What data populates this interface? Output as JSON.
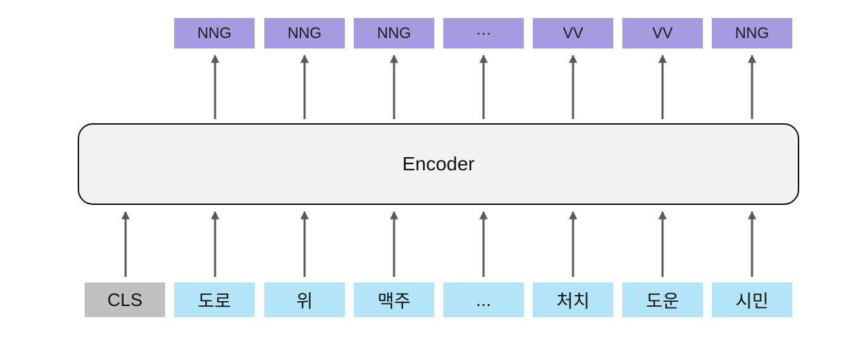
{
  "encoder": {
    "label": "Encoder"
  },
  "outputs": [
    {
      "label": "NNG"
    },
    {
      "label": "NNG"
    },
    {
      "label": "NNG"
    },
    {
      "label": "···"
    },
    {
      "label": "VV"
    },
    {
      "label": "VV"
    },
    {
      "label": "NNG"
    }
  ],
  "inputs": [
    {
      "label": "CLS",
      "special": true
    },
    {
      "label": "도로"
    },
    {
      "label": "위"
    },
    {
      "label": "맥주"
    },
    {
      "label": "..."
    },
    {
      "label": "처치"
    },
    {
      "label": "도운"
    },
    {
      "label": "시민"
    }
  ],
  "colors": {
    "output_box": "#a59be0",
    "input_box": "#b3e4f7",
    "cls_box": "#c0c0c0",
    "encoder_fill": "#f2f2f2",
    "arrow": "#595959"
  }
}
